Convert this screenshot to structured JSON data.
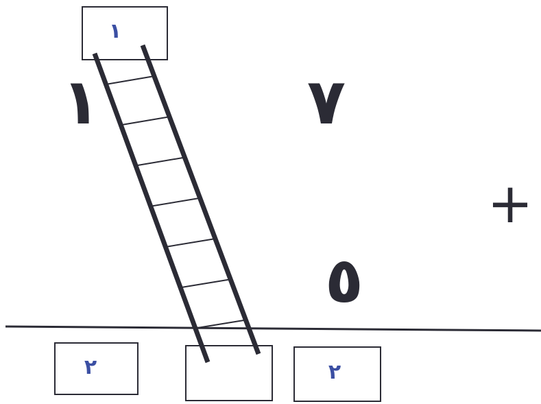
{
  "colors": {
    "ink": "#2b2b35",
    "box_digit": "#3b4fa3",
    "background": "#ffffff"
  },
  "top_box": {
    "label": "١"
  },
  "left_side_number": "١",
  "right_side_number": "٧",
  "operator": "+",
  "middle_number": "٥",
  "bottom_boxes": [
    {
      "label": "٢"
    },
    {
      "label": ""
    },
    {
      "label": "٢"
    }
  ],
  "ladder": {
    "rungs": 7
  }
}
